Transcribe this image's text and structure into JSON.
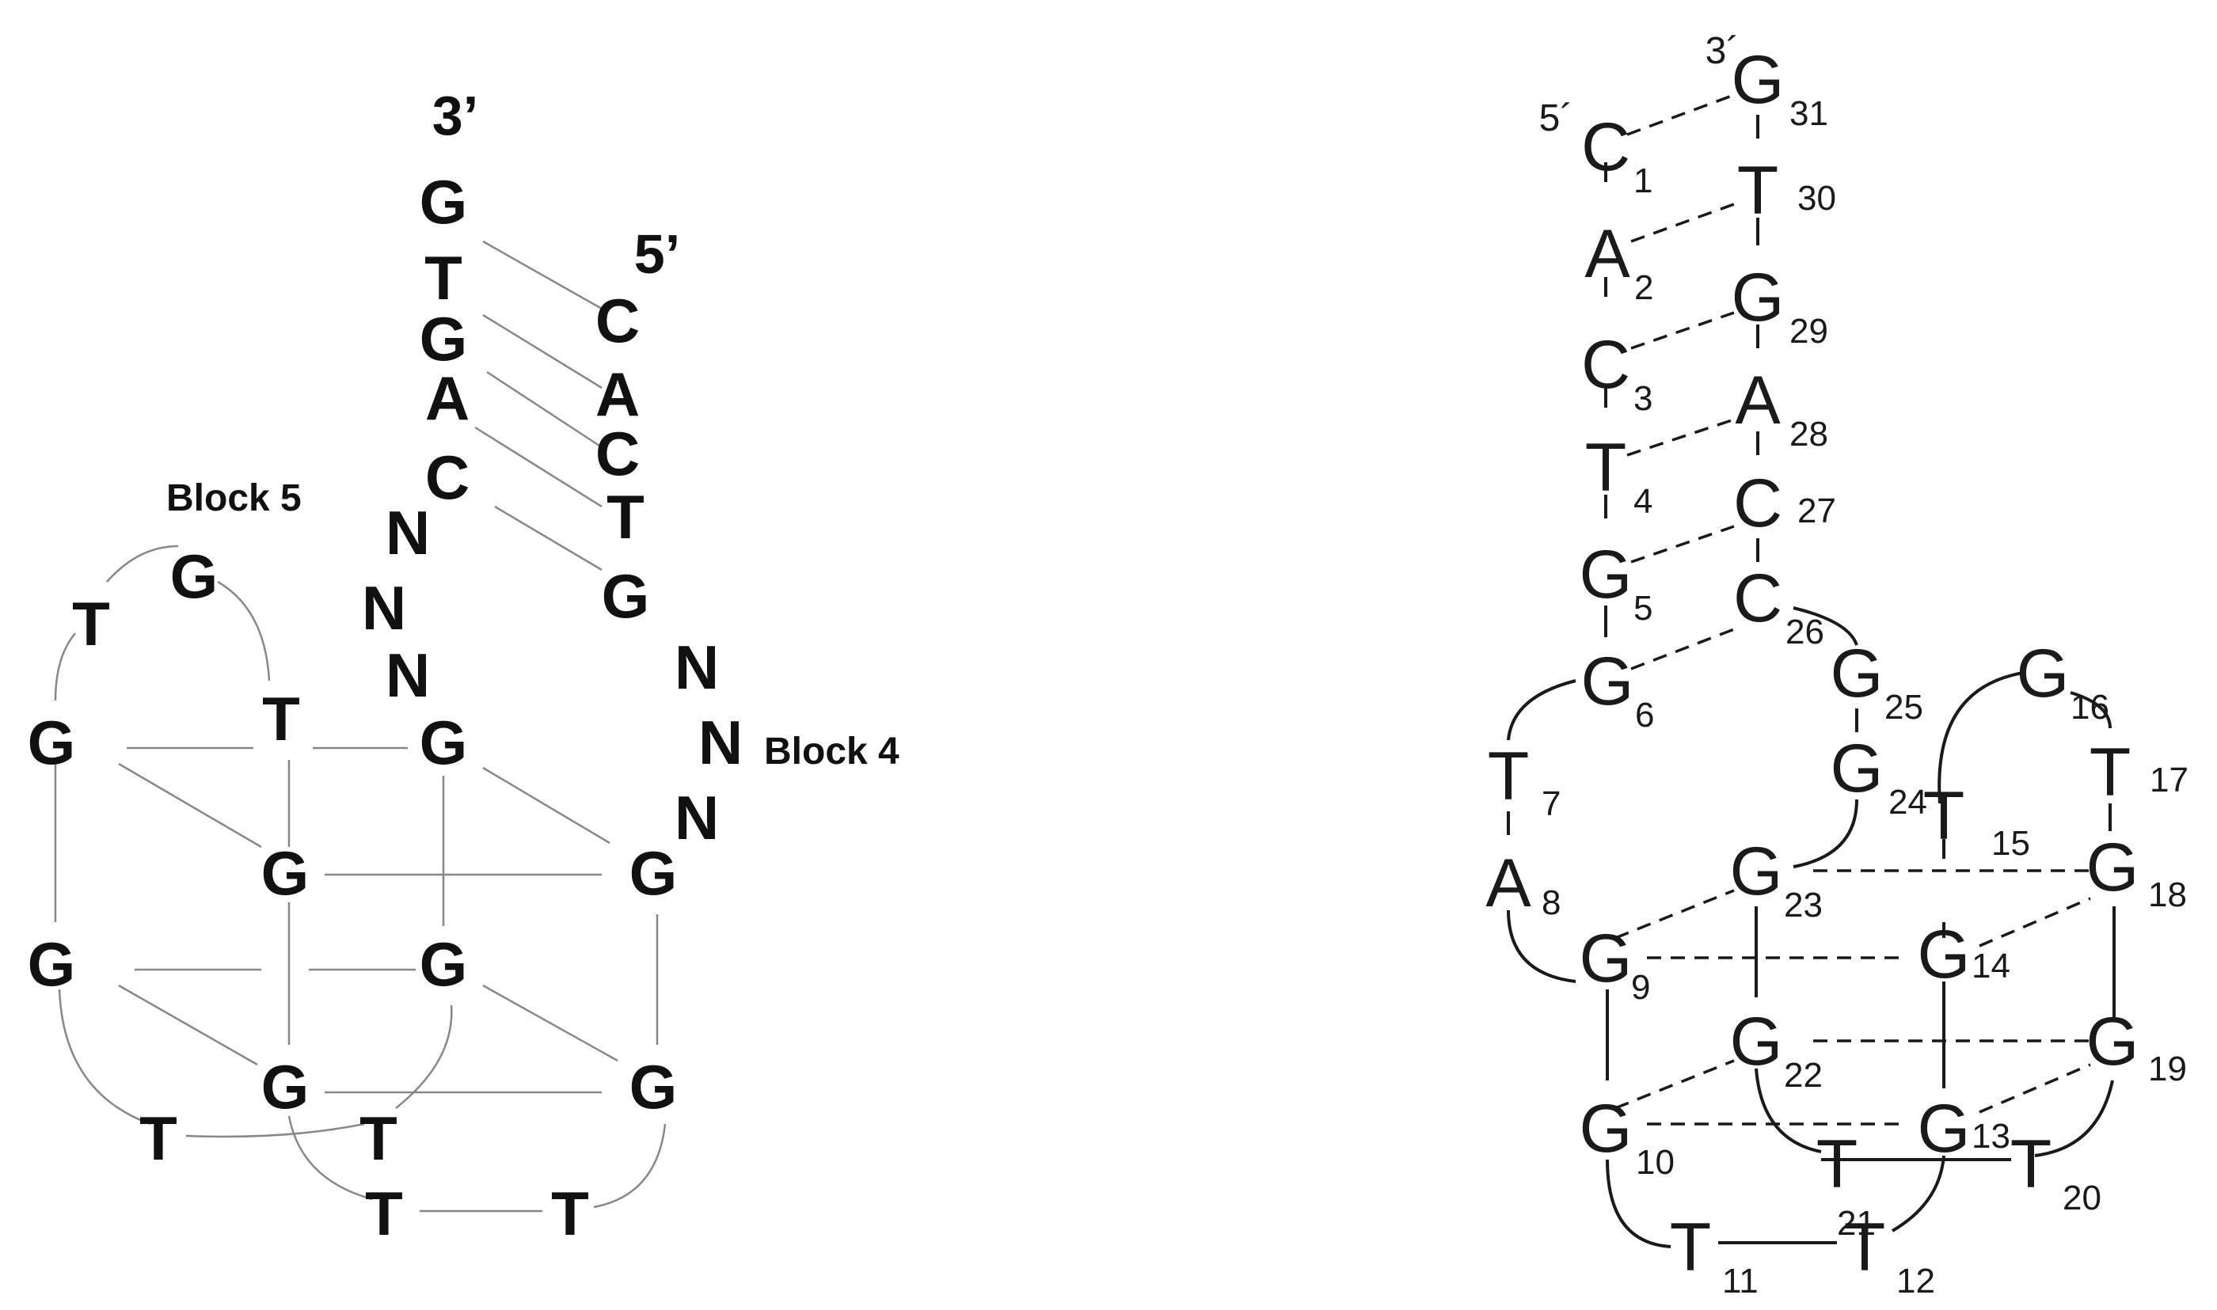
{
  "left_panel": {
    "end_3": "3’",
    "end_5": "5’",
    "block5_label": "Block 5",
    "block4_label": "Block 4",
    "nucleotides": [
      {
        "id": "l_g_top",
        "t": "G"
      },
      {
        "id": "l_t1",
        "t": "T"
      },
      {
        "id": "l_g2",
        "t": "G"
      },
      {
        "id": "l_a",
        "t": "A"
      },
      {
        "id": "l_c_left",
        "t": "C"
      },
      {
        "id": "l_c_right",
        "t": "C"
      },
      {
        "id": "l_a_right",
        "t": "A"
      },
      {
        "id": "l_c2_right",
        "t": "C"
      },
      {
        "id": "l_t_right",
        "t": "T"
      },
      {
        "id": "l_g_right",
        "t": "G"
      },
      {
        "id": "l_n1",
        "t": "N"
      },
      {
        "id": "l_n2",
        "t": "N"
      },
      {
        "id": "l_n3",
        "t": "N"
      },
      {
        "id": "l_n4",
        "t": "N"
      },
      {
        "id": "l_n5",
        "t": "N"
      },
      {
        "id": "l_n6",
        "t": "N"
      },
      {
        "id": "l_g_b5",
        "t": "G"
      },
      {
        "id": "l_t_b5",
        "t": "T"
      },
      {
        "id": "l_g_far",
        "t": "G"
      },
      {
        "id": "l_t_mid",
        "t": "T"
      },
      {
        "id": "l_g_mid",
        "t": "G"
      },
      {
        "id": "l_g_center",
        "t": "G"
      },
      {
        "id": "l_g_r1",
        "t": "G"
      },
      {
        "id": "l_g_left2",
        "t": "G"
      },
      {
        "id": "l_g_mid2",
        "t": "G"
      },
      {
        "id": "l_g_bot",
        "t": "G"
      },
      {
        "id": "l_g_r2",
        "t": "G"
      },
      {
        "id": "l_t_bl",
        "t": "T"
      },
      {
        "id": "l_t_bm",
        "t": "T"
      },
      {
        "id": "l_t_bb1",
        "t": "T"
      },
      {
        "id": "l_t_bb2",
        "t": "T"
      }
    ]
  },
  "right_panel": {
    "end_3": "3´",
    "end_5": "5´",
    "nucleotides": [
      {
        "id": "r1",
        "t": "C",
        "n": "1"
      },
      {
        "id": "r2",
        "t": "A",
        "n": "2"
      },
      {
        "id": "r3",
        "t": "C",
        "n": "3"
      },
      {
        "id": "r4",
        "t": "T",
        "n": "4"
      },
      {
        "id": "r5",
        "t": "G",
        "n": "5"
      },
      {
        "id": "r6",
        "t": "G",
        "n": "6"
      },
      {
        "id": "r7",
        "t": "T",
        "n": "7"
      },
      {
        "id": "r8",
        "t": "A",
        "n": "8"
      },
      {
        "id": "r9",
        "t": "G",
        "n": "9"
      },
      {
        "id": "r10",
        "t": "G",
        "n": "10"
      },
      {
        "id": "r11",
        "t": "T",
        "n": "11"
      },
      {
        "id": "r12",
        "t": "T",
        "n": "12"
      },
      {
        "id": "r13",
        "t": "G",
        "n": "13"
      },
      {
        "id": "r14",
        "t": "G",
        "n": "14"
      },
      {
        "id": "r15",
        "t": "T",
        "n": "15"
      },
      {
        "id": "r16",
        "t": "G",
        "n": "16"
      },
      {
        "id": "r17",
        "t": "T",
        "n": "17"
      },
      {
        "id": "r18",
        "t": "G",
        "n": "18"
      },
      {
        "id": "r19",
        "t": "G",
        "n": "19"
      },
      {
        "id": "r20",
        "t": "T",
        "n": "20"
      },
      {
        "id": "r21",
        "t": "T",
        "n": "21"
      },
      {
        "id": "r22",
        "t": "G",
        "n": "22"
      },
      {
        "id": "r23",
        "t": "G",
        "n": "23"
      },
      {
        "id": "r24",
        "t": "G",
        "n": "24"
      },
      {
        "id": "r25",
        "t": "G",
        "n": "25"
      },
      {
        "id": "r26",
        "t": "C",
        "n": "26"
      },
      {
        "id": "r27",
        "t": "C",
        "n": "27"
      },
      {
        "id": "r28",
        "t": "A",
        "n": "28"
      },
      {
        "id": "r29",
        "t": "G",
        "n": "29"
      },
      {
        "id": "r30",
        "t": "T",
        "n": "30"
      },
      {
        "id": "r31",
        "t": "G",
        "n": "31"
      }
    ]
  }
}
